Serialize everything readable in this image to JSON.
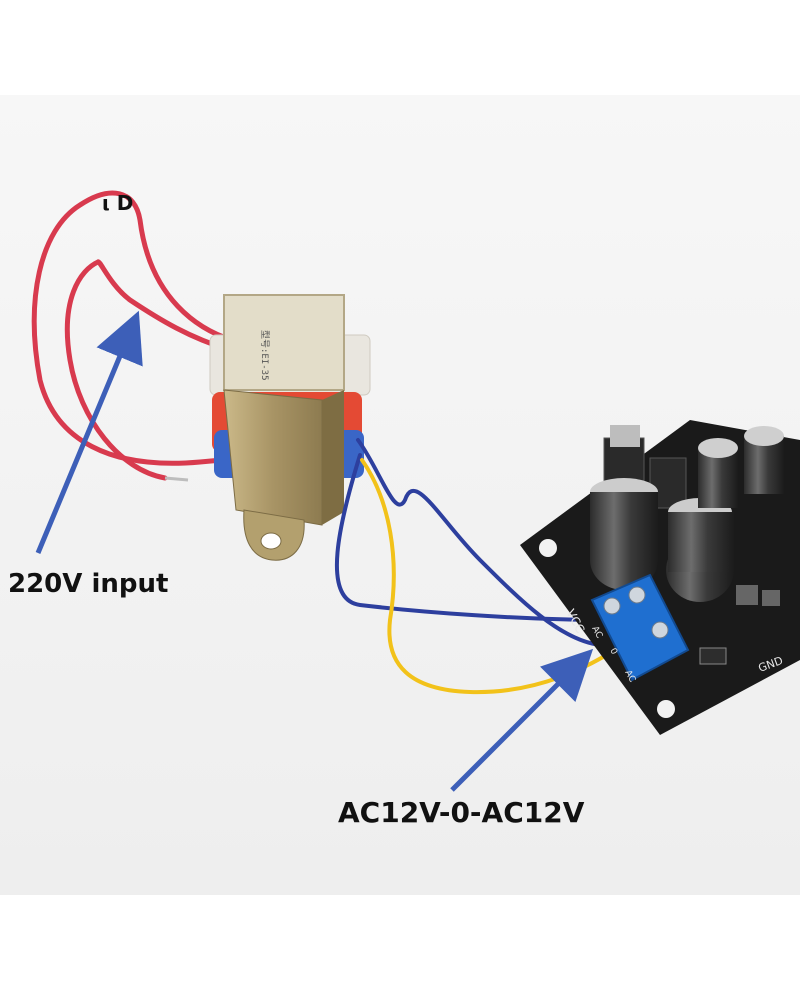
{
  "annotations": {
    "top_mark": "ι D",
    "input_label": "220V input",
    "output_label": "AC12V-0-AC12V"
  },
  "board_markings": {
    "vcc": "VCC",
    "gnd": "GND",
    "ac1": "AC",
    "zero": "0",
    "ac2": "AC"
  },
  "colors": {
    "background": "#ffffff",
    "photo_backdrop": "#f3f3f3",
    "red_wire": "#d83a4e",
    "blue_wire": "#2d3f9e",
    "yellow_wire": "#f2c21a",
    "arrow": "#3d5fb8",
    "pcb": "#1a1a1a",
    "terminal_block": "#1f6fd0",
    "transformer_bracket": "#b8a46a",
    "coil_tape": "#e44a34"
  },
  "icons": [
    "arrow-to-input-wires",
    "arrow-to-terminal-block"
  ]
}
